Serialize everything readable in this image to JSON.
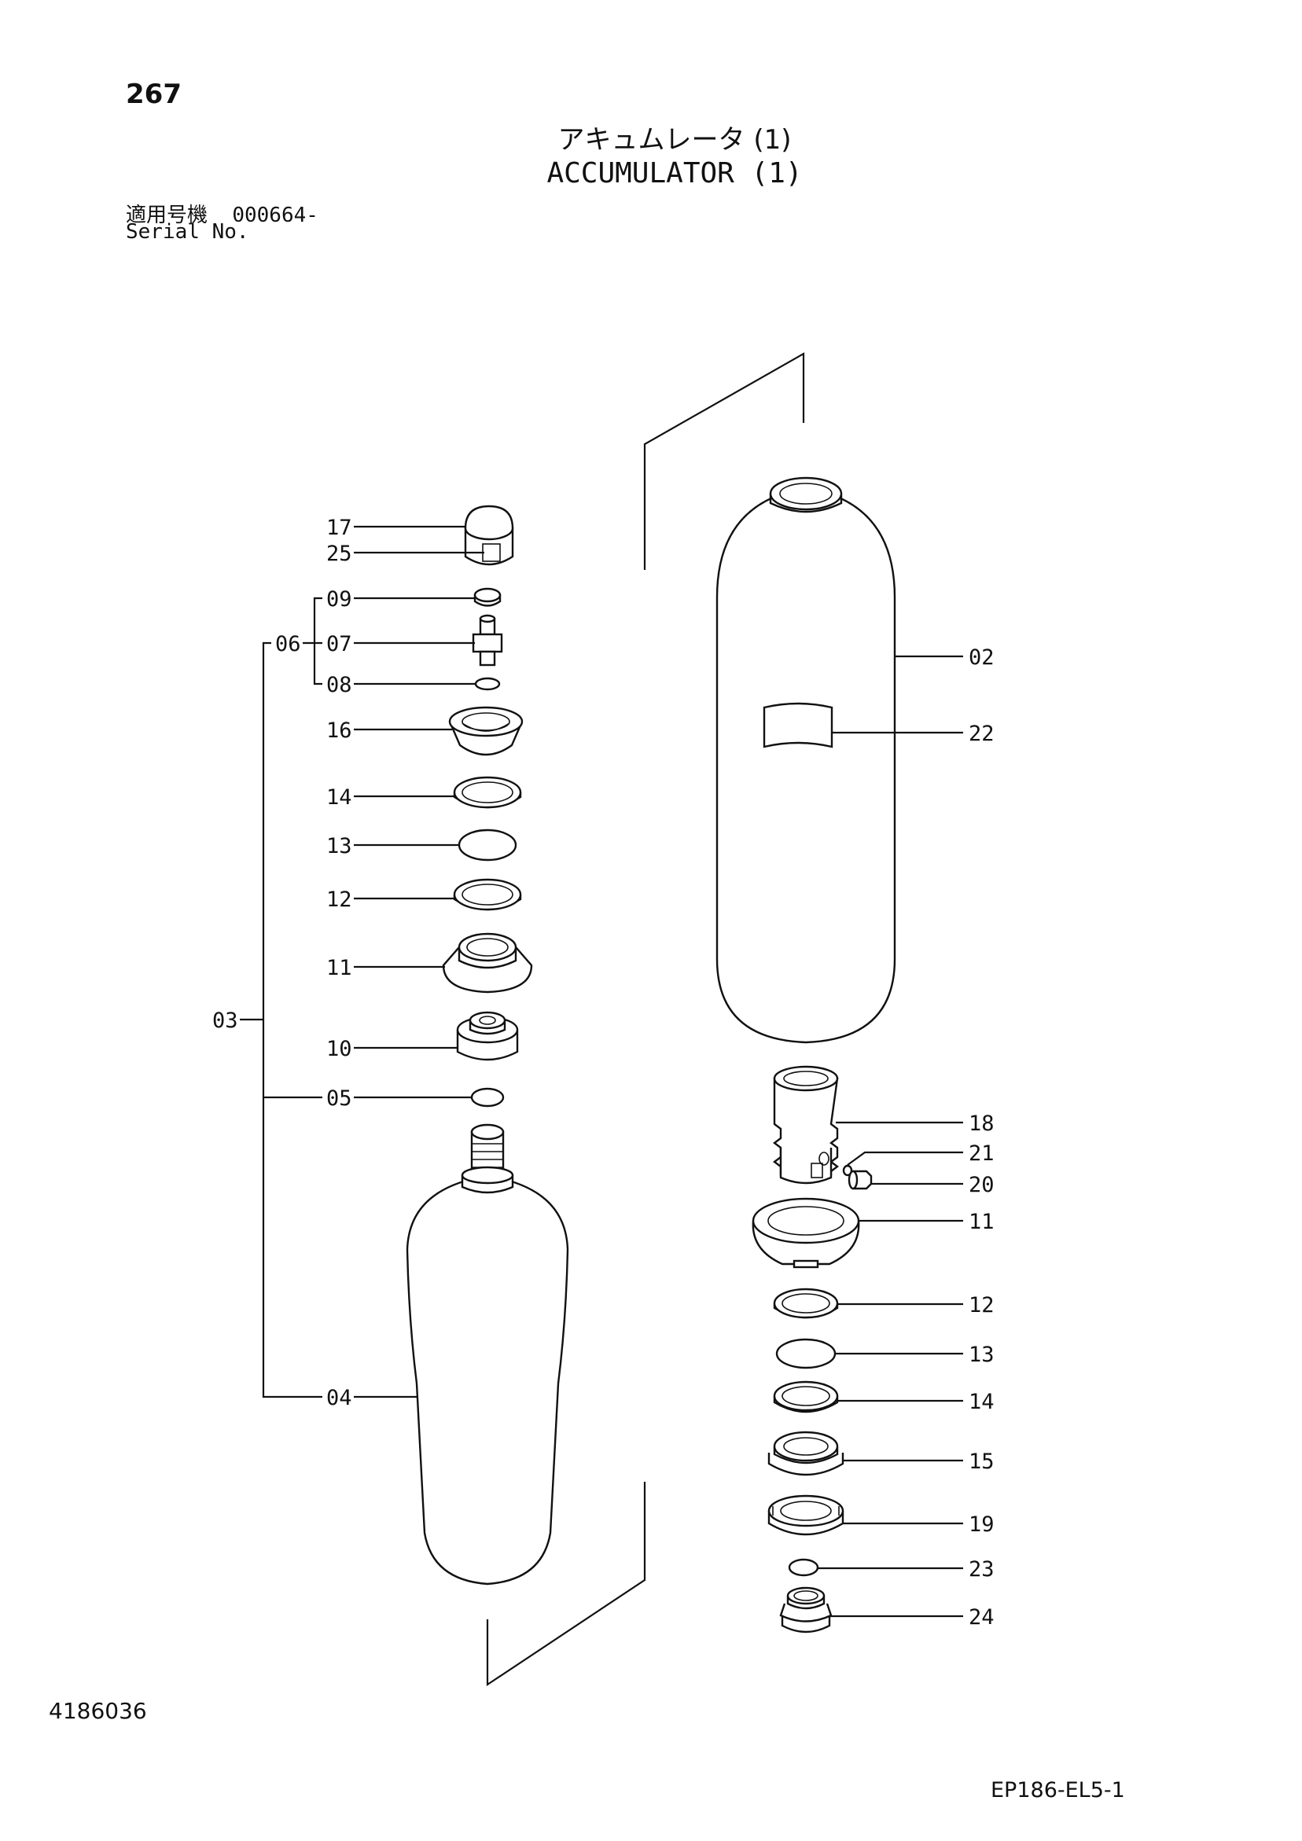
{
  "header": {
    "page_number": "267",
    "title_jp": "アキュムレータ (1)",
    "title_en": "ACCUMULATOR (1)",
    "serial_label_jp": "適用号機",
    "serial_value": "000664-",
    "serial_label_en": "Serial No."
  },
  "footer": {
    "doc_number": "4186036",
    "drawing_code": "EP186-EL5-1"
  },
  "callouts": {
    "c17": "17",
    "c25": "25",
    "c09": "09",
    "c06": "06",
    "c07": "07",
    "c08": "08",
    "c16": "16",
    "c14": "14",
    "c13": "13",
    "c12": "12",
    "c11": "11",
    "c03": "03",
    "c10": "10",
    "c05": "05",
    "c04": "04",
    "r02": "02",
    "r22": "22",
    "r18": "18",
    "r21": "21",
    "r20": "20",
    "r11": "11",
    "r12": "12",
    "r13": "13",
    "r14": "14",
    "r15": "15",
    "r19": "19",
    "r23": "23",
    "r24": "24"
  }
}
